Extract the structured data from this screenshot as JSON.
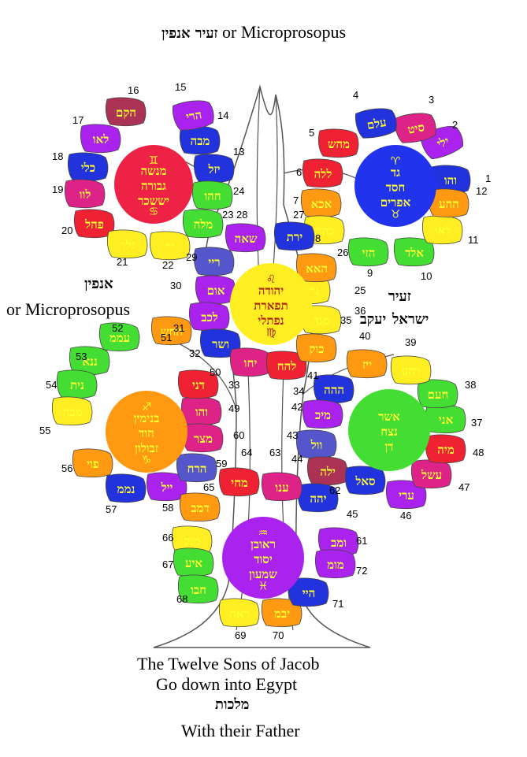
{
  "title": {
    "hebrew": "זעיר אנפין",
    "english": "or Microprosopus"
  },
  "left_label": {
    "hebrew": "אנפין",
    "english": "or Microprosopus"
  },
  "right_label": {
    "zeir": "זעיר",
    "yaakov": "יעקב",
    "israel": "ישראל"
  },
  "bottom": {
    "line1": "The Twelve Sons of Jacob",
    "line2": "Go down into Egypt",
    "malchut": "מלכות",
    "line3": "With their Father"
  },
  "colors": {
    "trunk_fill": "#ffffff",
    "trunk_stroke": "#555555",
    "leaf_text": "#ffff33"
  },
  "circles": [
    {
      "id": "top-left",
      "fill": "#ee2244",
      "sign": "♊",
      "sign2": "♋",
      "lines": [
        "מנשה",
        "גבורה",
        "יששכר"
      ]
    },
    {
      "id": "top-right",
      "fill": "#2233ee",
      "sign": "♈",
      "sign2": "♉",
      "lines": [
        "גד",
        "חסד",
        "אפרים"
      ]
    },
    {
      "id": "center",
      "fill": "#ffee22",
      "sign": "♌",
      "sign2": "♍",
      "lines": [
        "יהודה",
        "תפארת",
        "נפתלי"
      ]
    },
    {
      "id": "mid-left",
      "fill": "#ff9911",
      "sign": "♐",
      "sign2": "♑",
      "lines": [
        "בנימין",
        "הוד",
        "זבולון"
      ]
    },
    {
      "id": "mid-right",
      "fill": "#44dd33",
      "sign": "",
      "sign2": "",
      "lines": [
        "אשר",
        "נצח",
        "דן"
      ]
    },
    {
      "id": "bottom",
      "fill": "#aa22ee",
      "sign": "♒",
      "sign2": "♓",
      "lines": [
        "ראובן",
        "יסוד",
        "שמעון"
      ]
    }
  ],
  "leaves": [
    {
      "n": "1",
      "name": "והו",
      "fill": "#2233dd"
    },
    {
      "n": "2",
      "name": "ילי",
      "fill": "#aa22ee"
    },
    {
      "n": "3",
      "name": "סיט",
      "fill": "#dd2288"
    },
    {
      "n": "4",
      "name": "עלם",
      "fill": "#2233dd"
    },
    {
      "n": "5",
      "name": "מהש",
      "fill": "#ee2233"
    },
    {
      "n": "6",
      "name": "ללה",
      "fill": "#ee2233"
    },
    {
      "n": "7",
      "name": "אכא",
      "fill": "#ff9911"
    },
    {
      "n": "8",
      "name": "כהת",
      "fill": "#ffee22"
    },
    {
      "n": "9",
      "name": "הזי",
      "fill": "#44dd33"
    },
    {
      "n": "10",
      "name": "אלד",
      "fill": "#44dd33"
    },
    {
      "n": "11",
      "name": "לאו",
      "fill": "#ffee22"
    },
    {
      "n": "12",
      "name": "ההע",
      "fill": "#ff9911"
    },
    {
      "n": "13",
      "name": "יזל",
      "fill": "#2233dd"
    },
    {
      "n": "14",
      "name": "מבה",
      "fill": "#2233dd"
    },
    {
      "n": "15",
      "name": "הרי",
      "fill": "#aa22ee"
    },
    {
      "n": "16",
      "name": "הקם",
      "fill": "#aa3355"
    },
    {
      "n": "17",
      "name": "לאו",
      "fill": "#aa22ee"
    },
    {
      "n": "18",
      "name": "כלי",
      "fill": "#2233dd"
    },
    {
      "n": "19",
      "name": "לוו",
      "fill": "#dd2288"
    },
    {
      "n": "20",
      "name": "פהל",
      "fill": "#ee2233"
    },
    {
      "n": "21",
      "name": "נלך",
      "fill": "#ffee22"
    },
    {
      "n": "22",
      "name": "ייי",
      "fill": "#ffee22"
    },
    {
      "n": "23",
      "name": "מלה",
      "fill": "#44dd33"
    },
    {
      "n": "24",
      "name": "חהו",
      "fill": "#44dd33"
    },
    {
      "n": "25",
      "name": "נתה",
      "fill": "#ffee22"
    },
    {
      "n": "26",
      "name": "האא",
      "fill": "#ff9911"
    },
    {
      "n": "27",
      "name": "ירת",
      "fill": "#2233dd"
    },
    {
      "n": "28",
      "name": "שאה",
      "fill": "#aa22ee"
    },
    {
      "n": "29",
      "name": "ריי",
      "fill": "#5555cc"
    },
    {
      "n": "30",
      "name": "אום",
      "fill": "#aa22ee"
    },
    {
      "n": "31",
      "name": "לכב",
      "fill": "#aa22ee"
    },
    {
      "n": "32",
      "name": "ושר",
      "fill": "#2233dd"
    },
    {
      "n": "33",
      "name": "יחו",
      "fill": "#dd2288"
    },
    {
      "n": "34",
      "name": "להח",
      "fill": "#ee2233"
    },
    {
      "n": "35",
      "name": "כוק",
      "fill": "#ff9911"
    },
    {
      "n": "36",
      "name": "מנד",
      "fill": "#ffee22"
    },
    {
      "n": "37",
      "name": "אני",
      "fill": "#44dd33"
    },
    {
      "n": "38",
      "name": "חעם",
      "fill": "#44dd33"
    },
    {
      "n": "39",
      "name": "רהע",
      "fill": "#ffee22"
    },
    {
      "n": "40",
      "name": "ייז",
      "fill": "#ff9911"
    },
    {
      "n": "41",
      "name": "ההה",
      "fill": "#2233dd"
    },
    {
      "n": "42",
      "name": "מיכ",
      "fill": "#aa22ee"
    },
    {
      "n": "43",
      "name": "וול",
      "fill": "#5555cc"
    },
    {
      "n": "44",
      "name": "ילה",
      "fill": "#aa3355"
    },
    {
      "n": "45",
      "name": "סאל",
      "fill": "#2233dd"
    },
    {
      "n": "46",
      "name": "ערי",
      "fill": "#aa22ee"
    },
    {
      "n": "47",
      "name": "עשל",
      "fill": "#dd2288"
    },
    {
      "n": "48",
      "name": "מיה",
      "fill": "#ee2233"
    },
    {
      "n": "49",
      "name": "והו",
      "fill": "#dd2288"
    },
    {
      "n": "50",
      "name": "דני",
      "fill": "#ee2233"
    },
    {
      "n": "51",
      "name": "החש",
      "fill": "#ff9911"
    },
    {
      "n": "52",
      "name": "עממ",
      "fill": "#44dd33"
    },
    {
      "n": "53",
      "name": "ננא",
      "fill": "#44dd33"
    },
    {
      "n": "54",
      "name": "נית",
      "fill": "#44dd33"
    },
    {
      "n": "55",
      "name": "מבה",
      "fill": "#ffee22"
    },
    {
      "n": "56",
      "name": "פוי",
      "fill": "#ff9911"
    },
    {
      "n": "57",
      "name": "נממ",
      "fill": "#2233dd"
    },
    {
      "n": "58",
      "name": "ייל",
      "fill": "#aa22ee"
    },
    {
      "n": "59",
      "name": "הרח",
      "fill": "#5555cc"
    },
    {
      "n": "60",
      "name": "מצר",
      "fill": "#dd2288"
    },
    {
      "n": "61",
      "name": "ומב",
      "fill": "#aa22ee"
    },
    {
      "n": "62",
      "name": "יהה",
      "fill": "#2233dd"
    },
    {
      "n": "63",
      "name": "ענו",
      "fill": "#dd2288"
    },
    {
      "n": "64",
      "name": "מחי",
      "fill": "#ee2233"
    },
    {
      "n": "65",
      "name": "דמב",
      "fill": "#ff9911"
    },
    {
      "n": "66",
      "name": "מנק",
      "fill": "#ffee22"
    },
    {
      "n": "67",
      "name": "איע",
      "fill": "#44dd33"
    },
    {
      "n": "68",
      "name": "חבו",
      "fill": "#44dd33"
    },
    {
      "n": "69",
      "name": "ראה",
      "fill": "#ffee22"
    },
    {
      "n": "70",
      "name": "יבמ",
      "fill": "#ff9911"
    },
    {
      "n": "71",
      "name": "היי",
      "fill": "#2233dd"
    },
    {
      "n": "72",
      "name": "מומ",
      "fill": "#aa22ee"
    }
  ]
}
